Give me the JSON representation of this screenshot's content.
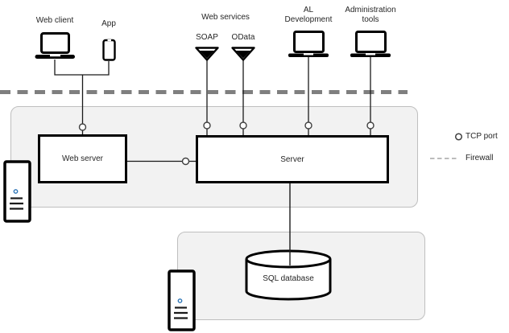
{
  "clients": {
    "web_client": "Web client",
    "app": "App"
  },
  "web_services": {
    "title": "Web services",
    "soap": "SOAP",
    "odata": "OData"
  },
  "dev_tools": {
    "al_development_line1": "AL",
    "al_development_line2": "Development",
    "administration_tools_line1": "Administration",
    "administration_tools_line2": "tools"
  },
  "service_tier": {
    "web_server": "Web server",
    "server": "Server"
  },
  "data_tier": {
    "sql_database": "SQL database"
  },
  "legend": {
    "tcp_port": "TCP port",
    "firewall": "Firewall"
  },
  "colors": {
    "zone_fill": "#f2f2f2",
    "zone_border": "#bfbfbf",
    "firewall_dash": "#7f7f7f",
    "connector_line": "#1a1a1a",
    "box_border": "#000000",
    "tower_accent_blue": "#2e75b6",
    "text": "#262626"
  },
  "icons": {
    "laptop-icon": "laptop outline with base bar",
    "phone-icon": "smartphone outline",
    "funnel-icon": "downward triangle endpoint",
    "tower-server-icon": "tower pc with status light and vents",
    "database-cylinder-icon": "cylinder",
    "tcp-port-icon": "small open circle"
  }
}
